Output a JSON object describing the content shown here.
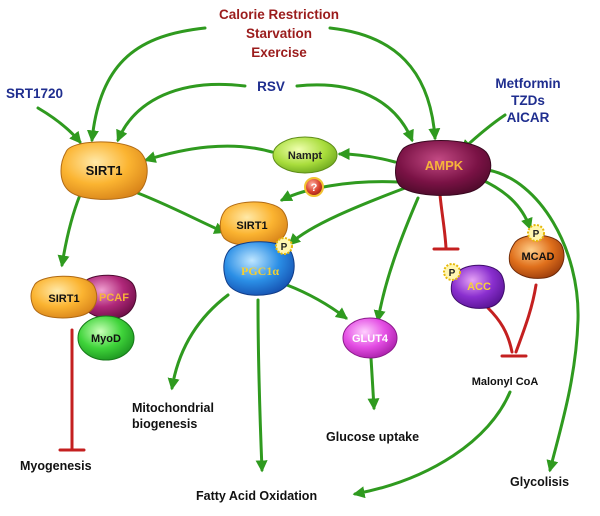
{
  "stimuli": {
    "calorie_restriction": "Calorie Restriction",
    "starvation": "Starvation",
    "exercise": "Exercise"
  },
  "drugs": {
    "srt1720": "SRT1720",
    "rsv": "RSV",
    "metformin": "Metformin",
    "tzds": "TZDs",
    "aicar": "AICAR"
  },
  "nodes": {
    "sirt1": "SIRT1",
    "ampk": "AMPK",
    "nampt": "Nampt",
    "question": "?",
    "sirt1_complex": "SIRT1",
    "pgc1a": "PGC1α",
    "sirt1_myod": "SIRT1",
    "pcaf": "PCAF",
    "myod": "MyoD",
    "glut4": "GLUT4",
    "acc": "ACC",
    "mcad": "MCAD",
    "phospho": "P"
  },
  "outcomes": {
    "myogenesis": "Myogenesis",
    "mito_line1": "Mitochondrial",
    "mito_line2": "biogenesis",
    "glucose_uptake": "Glucose uptake",
    "malonyl_coa": "Malonyl CoA",
    "fatty_acid_oxidation": "Fatty Acid Oxidation",
    "glycolisis": "Glycolisis"
  },
  "colors": {
    "activation_arrow": "#2f9a1f",
    "inhibition_line": "#c42020",
    "stimulus_text": "#9b1c1c",
    "drug_text": "#1f2e8f"
  }
}
